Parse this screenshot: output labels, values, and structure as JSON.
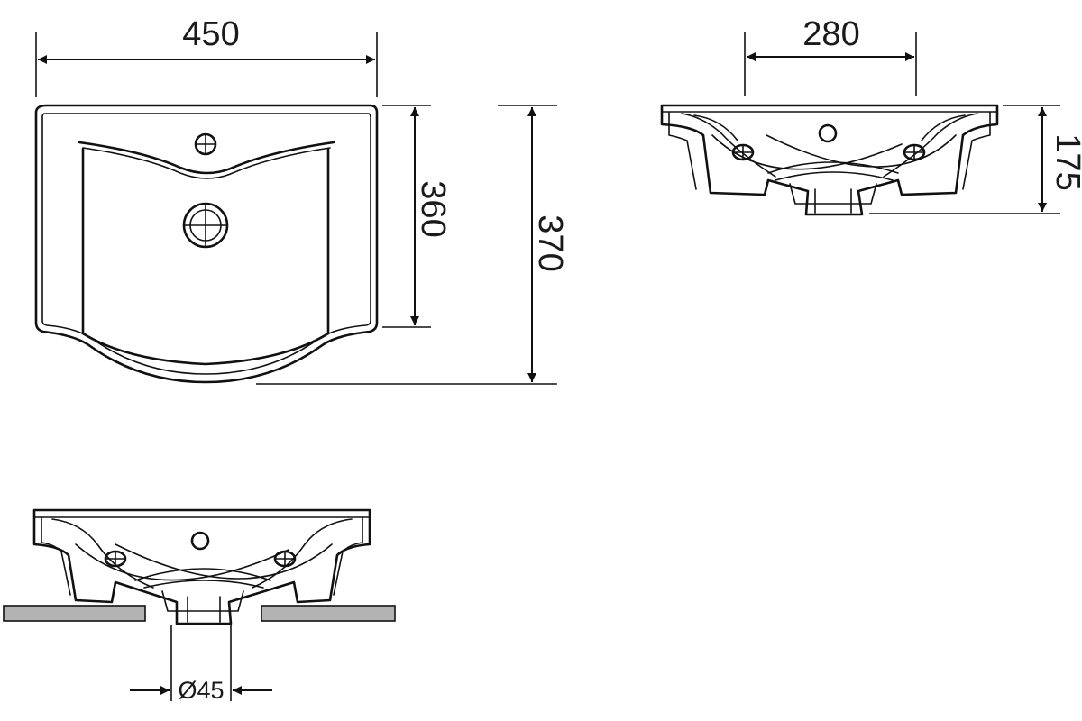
{
  "dimensions": {
    "width_top": "450",
    "depth_inner": "360",
    "depth_total": "370",
    "width_front": "280",
    "height": "175",
    "drain_diameter": "Ø45"
  },
  "colors": {
    "line": "#111111",
    "countertop": "#b3b3b3",
    "background": "#ffffff"
  }
}
